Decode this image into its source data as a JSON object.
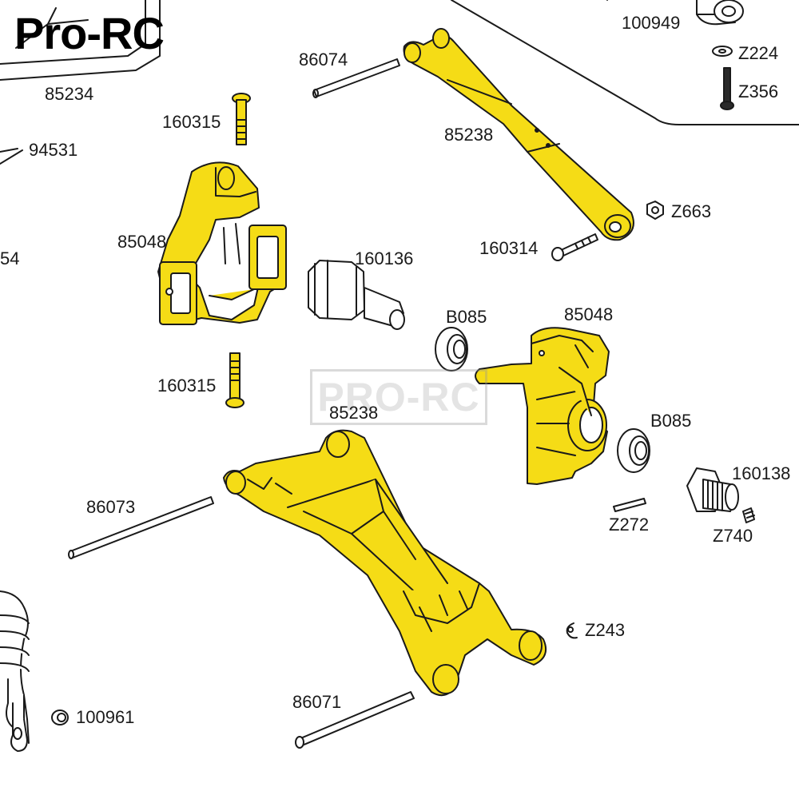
{
  "brand": {
    "text": "Pro-RC"
  },
  "watermark": {
    "text": "PRO-RC"
  },
  "colors": {
    "part_fill": "#f5dc16",
    "outline": "#1a1a1a",
    "accent": "#f0c800"
  },
  "labels": {
    "p100949": "100949",
    "z224": "Z224",
    "z356": "Z356",
    "p86074": "86074",
    "p85234": "85234",
    "p160315_top": "160315",
    "p94531": "94531",
    "p85238_top": "85238",
    "z663": "Z663",
    "p85048_left": "85048",
    "p54": "54",
    "p160136": "160136",
    "p160314": "160314",
    "b085_top": "B085",
    "p85048_right": "85048",
    "p160315_bottom": "160315",
    "p85238_bottom": "85238",
    "b085_right": "B085",
    "p160138": "160138",
    "p86073": "86073",
    "z272": "Z272",
    "z740": "Z740",
    "z243": "Z243",
    "p86071": "86071",
    "p100961": "100961"
  }
}
